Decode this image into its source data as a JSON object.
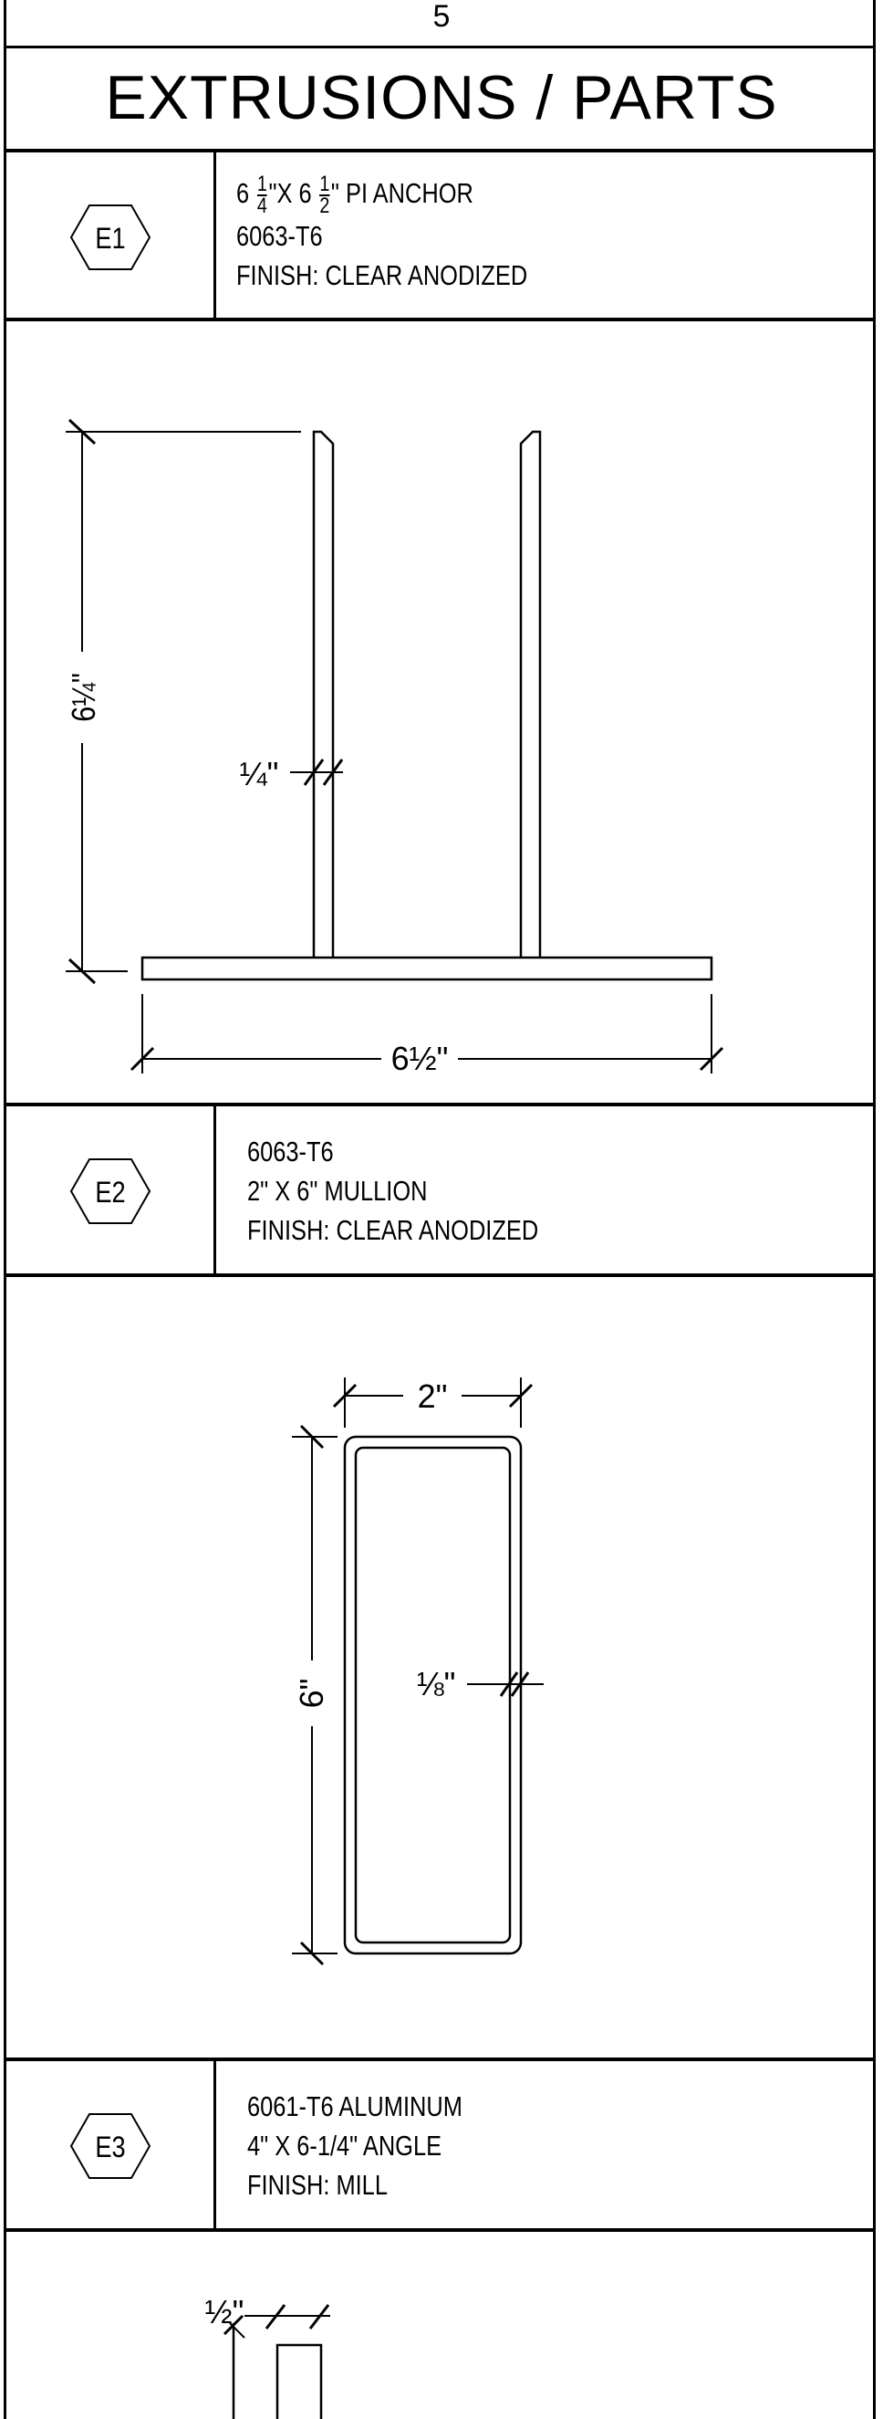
{
  "page_number": "5",
  "title": "EXTRUSIONS / PARTS",
  "parts": [
    {
      "tag": "E1",
      "lines": [
        "6 1/4\"X 6 1/2\" PI ANCHOR",
        "6063-T6",
        "FINISH: CLEAR ANODIZED"
      ],
      "line1_parts": [
        "6 ",
        "1",
        "4",
        "\"X 6 ",
        "1",
        "2",
        "\" PI ANCHOR"
      ],
      "dimensions": {
        "height": "6¼\"",
        "thickness": "¼\"",
        "width": "6½\""
      }
    },
    {
      "tag": "E2",
      "lines": [
        "6063-T6",
        "2\" X 6\" MULLION",
        "FINISH:  CLEAR ANODIZED"
      ],
      "dimensions": {
        "width": "2\"",
        "height": "6\"",
        "wall": "⅛\""
      }
    },
    {
      "tag": "E3",
      "lines": [
        "6061-T6 ALUMINUM",
        "4\" X 6-1/4\" ANGLE",
        "FINISH:  MILL"
      ],
      "dimensions": {
        "thickness": "½\""
      }
    }
  ]
}
